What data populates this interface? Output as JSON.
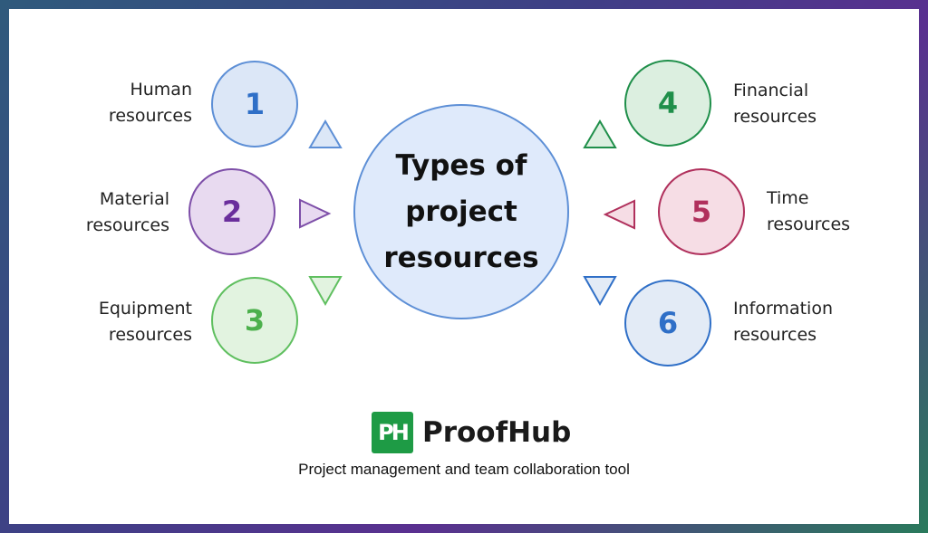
{
  "diagram": {
    "center_title": "Types of project resources",
    "items": [
      {
        "number": "1",
        "line1": "Human",
        "line2": "resources",
        "color": "#5d8fd6",
        "fill": "#dce7f7",
        "text_color": "#2f6fc7"
      },
      {
        "number": "2",
        "line1": "Material",
        "line2": "resources",
        "color": "#7d4ea8",
        "fill": "#e8daf0",
        "text_color": "#6a2e9c"
      },
      {
        "number": "3",
        "line1": "Equipment",
        "line2": "resources",
        "color": "#5fbf5f",
        "fill": "#e2f3e0",
        "text_color": "#4cb04c"
      },
      {
        "number": "4",
        "line1": "Financial",
        "line2": "resources",
        "color": "#1f8f4a",
        "fill": "#dcefe0",
        "text_color": "#1f8f4a"
      },
      {
        "number": "5",
        "line1": "Time",
        "line2": "resources",
        "color": "#b0305c",
        "fill": "#f6dde5",
        "text_color": "#b0305c"
      },
      {
        "number": "6",
        "line1": "Information",
        "line2": "resources",
        "color": "#2f6fc7",
        "fill": "#e3ebf6",
        "text_color": "#2f6fc7"
      }
    ]
  },
  "brand": {
    "logo_text": "PH",
    "name": "ProofHub",
    "tagline": "Project management and team collaboration tool"
  }
}
